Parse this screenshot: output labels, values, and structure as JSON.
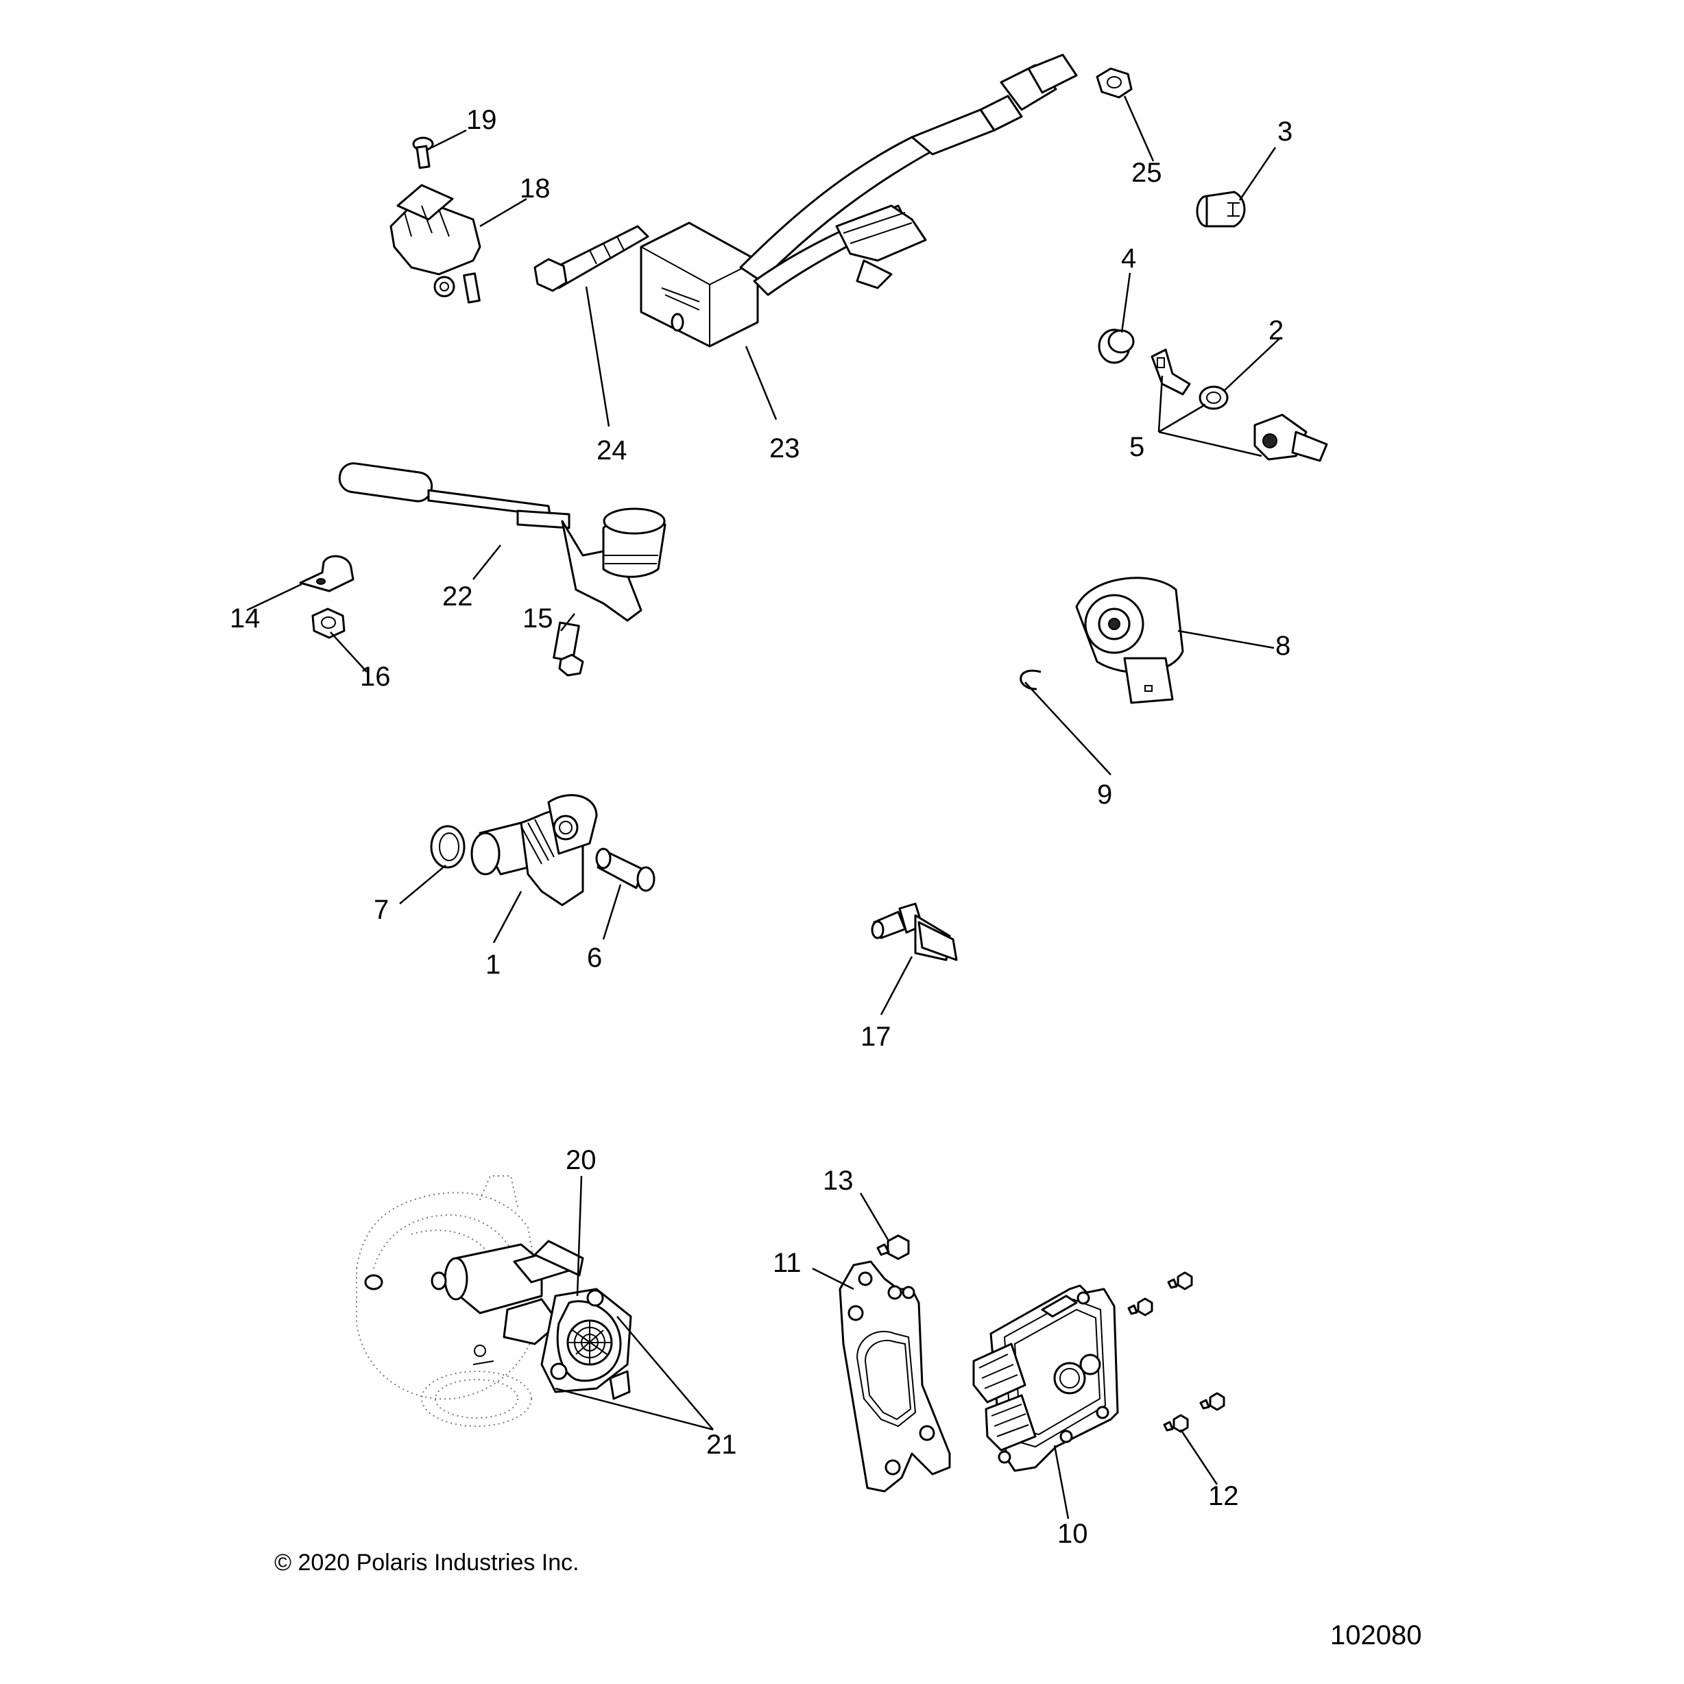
{
  "callouts": {
    "c1": "1",
    "c2": "2",
    "c3": "3",
    "c4": "4",
    "c5": "5",
    "c6": "6",
    "c7": "7",
    "c8": "8",
    "c9": "9",
    "c10": "10",
    "c11": "11",
    "c12": "12",
    "c13": "13",
    "c14": "14",
    "c15": "15",
    "c16": "16",
    "c17": "17",
    "c18": "18",
    "c19": "19",
    "c20": "20",
    "c21": "21",
    "c22": "22",
    "c23": "23",
    "c24": "24",
    "c25": "25"
  },
  "footer": {
    "copyright": "© 2020 Polaris Industries Inc.",
    "figure_number": "102080"
  }
}
